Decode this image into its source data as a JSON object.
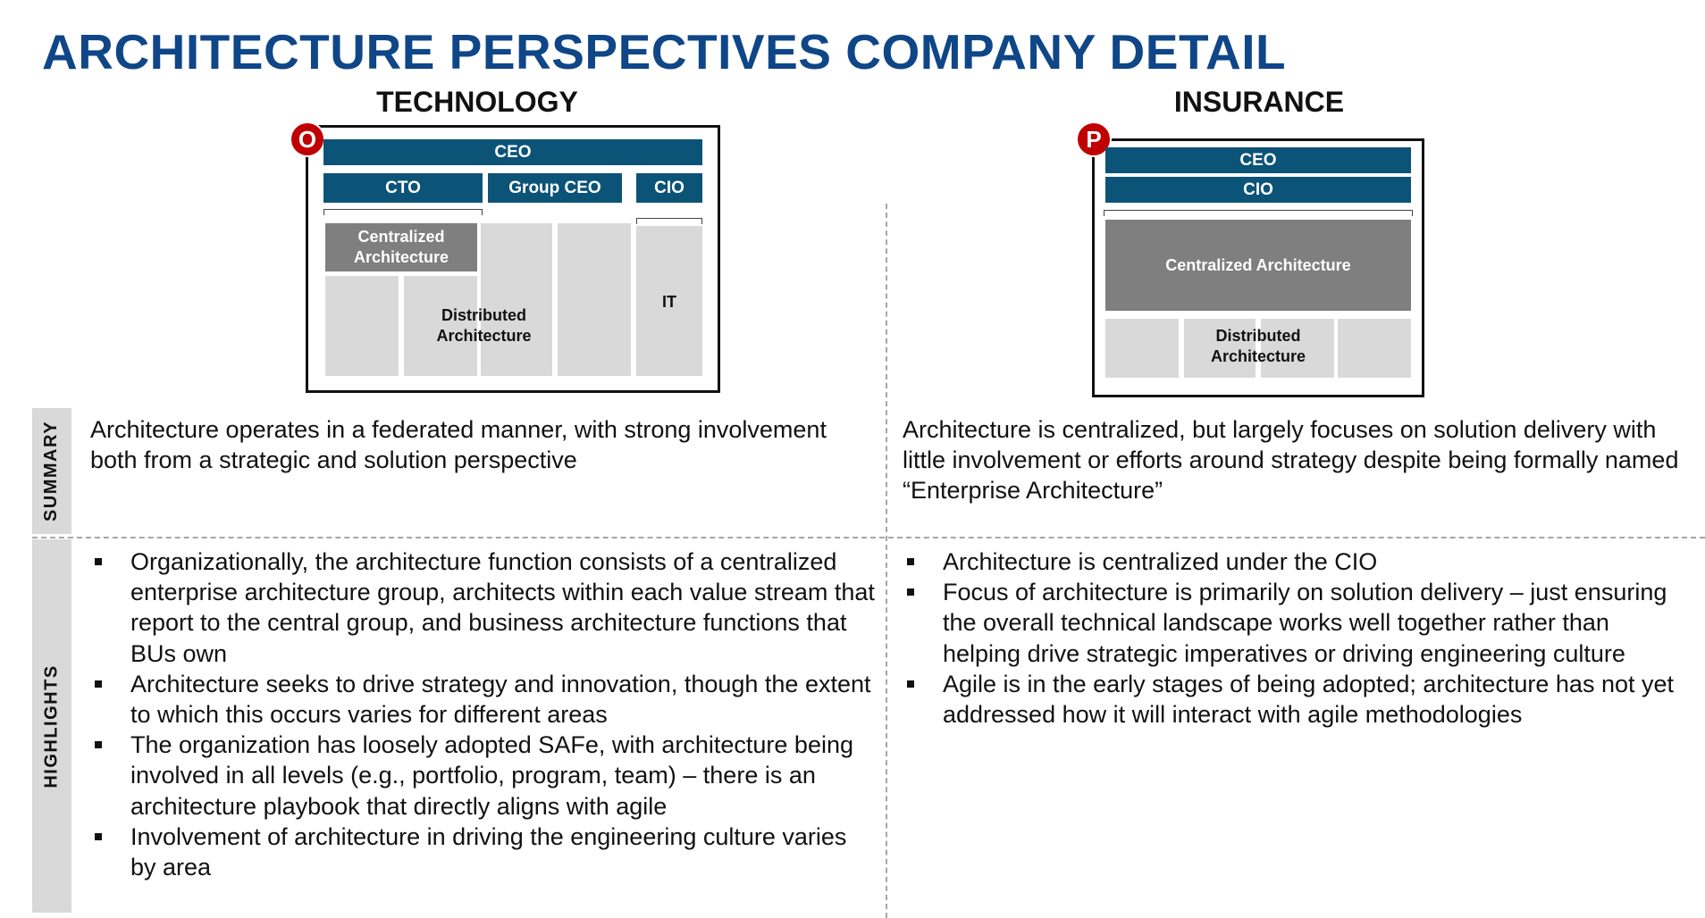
{
  "title": "ARCHITECTURE PERSPECTIVES COMPANY DETAIL",
  "row_labels": {
    "summary": "SUMMARY",
    "highlights": "HIGHLIGHTS"
  },
  "technology": {
    "heading": "TECHNOLOGY",
    "badge": "O",
    "diagram": {
      "ceo": "CEO",
      "cto": "CTO",
      "group_ceo": "Group CEO",
      "cio": "CIO",
      "centralized": "Centralized Architecture",
      "distributed": "Distributed Architecture",
      "it": "IT"
    },
    "summary": "Architecture operates in a federated manner, with strong involvement both from a strategic and solution perspective",
    "highlights": [
      "Organizationally, the architecture function consists of a centralized enterprise architecture group, architects within each value stream that report to the central group, and business architecture functions that BUs own",
      "Architecture seeks to drive strategy and innovation, though the extent to which this occurs varies for different areas",
      "The organization has loosely adopted SAFe, with architecture being involved in all levels (e.g., portfolio, program, team) – there is an architecture playbook that directly aligns with agile",
      "Involvement of architecture in driving the engineering culture varies by area"
    ]
  },
  "insurance": {
    "heading": "INSURANCE",
    "badge": "P",
    "diagram": {
      "ceo": "CEO",
      "cio": "CIO",
      "centralized": "Centralized Architecture",
      "distributed": "Distributed Architecture"
    },
    "summary": "Architecture is centralized, but largely focuses on solution delivery with little involvement or efforts around strategy despite being formally named “Enterprise Architecture”",
    "highlights": [
      "Architecture is centralized under the CIO",
      "Focus of architecture is primarily on solution delivery – just ensuring the overall technical landscape works well together rather than helping drive strategic imperatives or driving engineering culture",
      "Agile is in the early stages of being adopted; architecture has not yet addressed how it will interact with agile methodologies"
    ]
  },
  "colors": {
    "title_blue": "#0f4688",
    "navy_box": "#0c5378",
    "dark_gray_box": "#7f7f7f",
    "light_gray_box": "#d9d9d9",
    "badge_red": "#c00000"
  }
}
